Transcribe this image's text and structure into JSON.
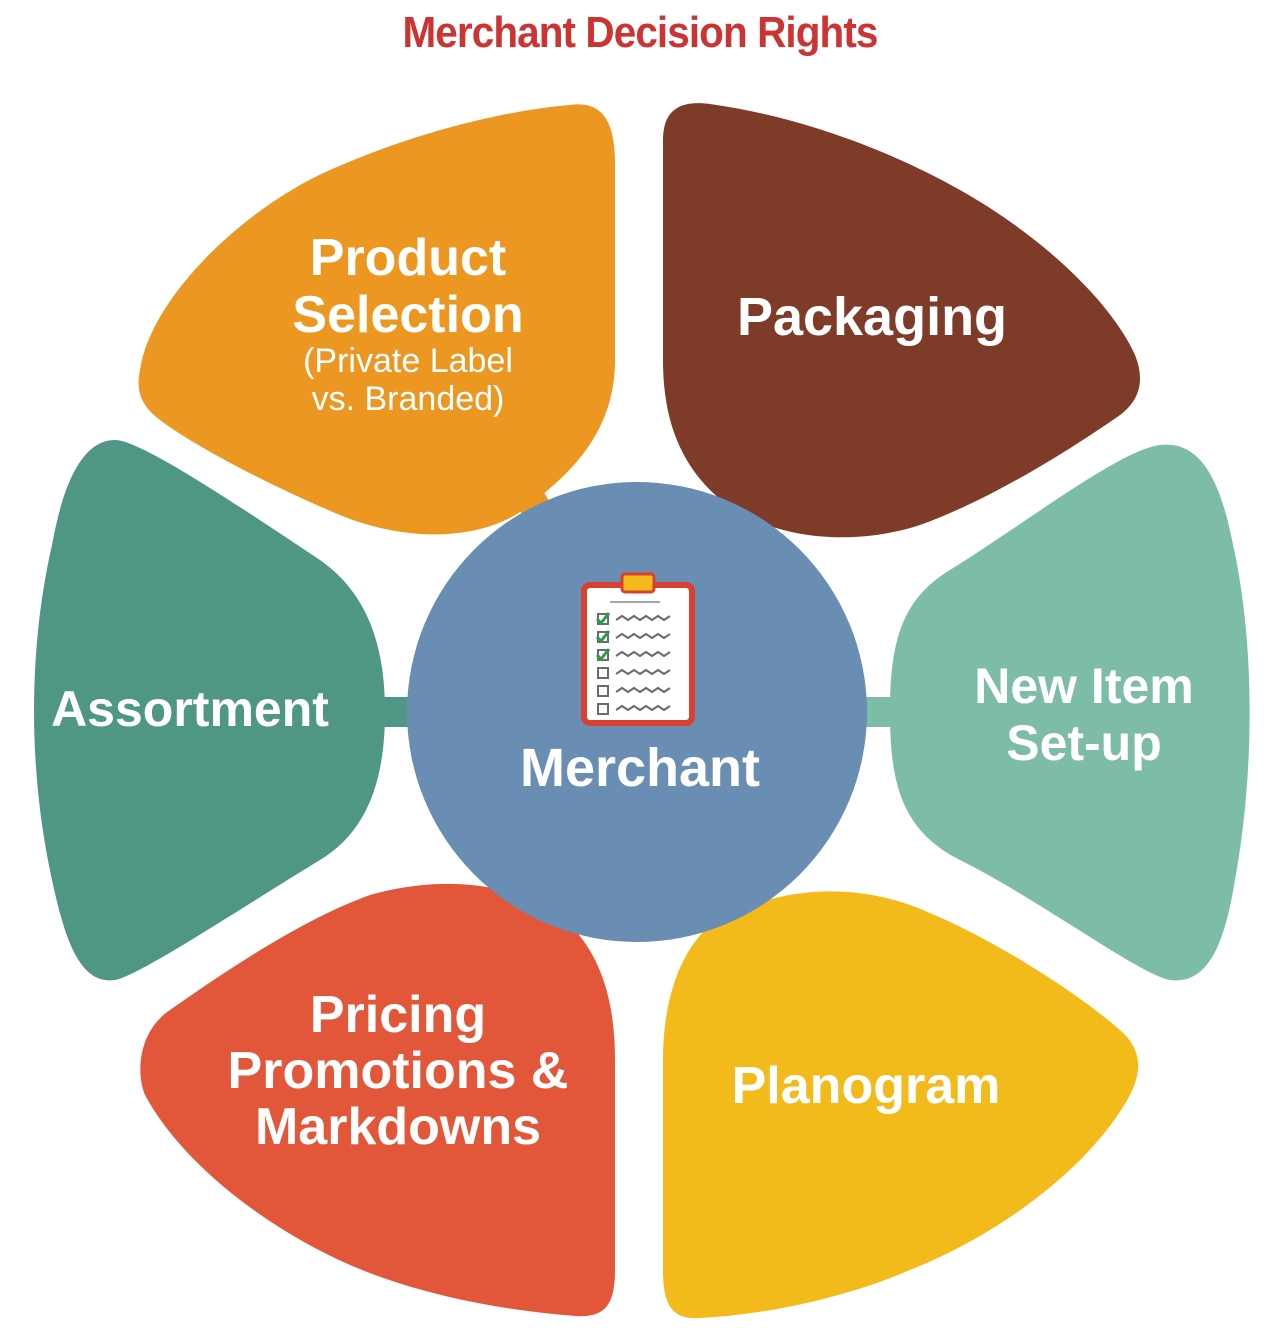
{
  "title": "Merchant Decision Rights",
  "colors": {
    "title": "#cc3333",
    "center": "#6a8db3",
    "product_selection": "#eb9722",
    "packaging": "#7e3b28",
    "new_item": "#7dbda6",
    "planogram": "#f2bb1b",
    "pricing": "#e2573a",
    "assortment": "#4f9784"
  },
  "center": {
    "label": "Merchant",
    "icon": "clipboard-checklist-icon"
  },
  "segments": [
    {
      "id": "product-selection",
      "lines": [
        "Product",
        "Selection"
      ],
      "sub": [
        "(Private Label",
        "vs. Branded)"
      ]
    },
    {
      "id": "packaging",
      "lines": [
        "Packaging"
      ],
      "sub": []
    },
    {
      "id": "new-item-setup",
      "lines": [
        "New Item",
        "Set-up"
      ],
      "sub": []
    },
    {
      "id": "planogram",
      "lines": [
        "Planogram"
      ],
      "sub": []
    },
    {
      "id": "pricing",
      "lines": [
        "Pricing",
        "Promotions &",
        "Markdowns"
      ],
      "sub": []
    },
    {
      "id": "assortment",
      "lines": [
        "Assortment"
      ],
      "sub": []
    }
  ]
}
